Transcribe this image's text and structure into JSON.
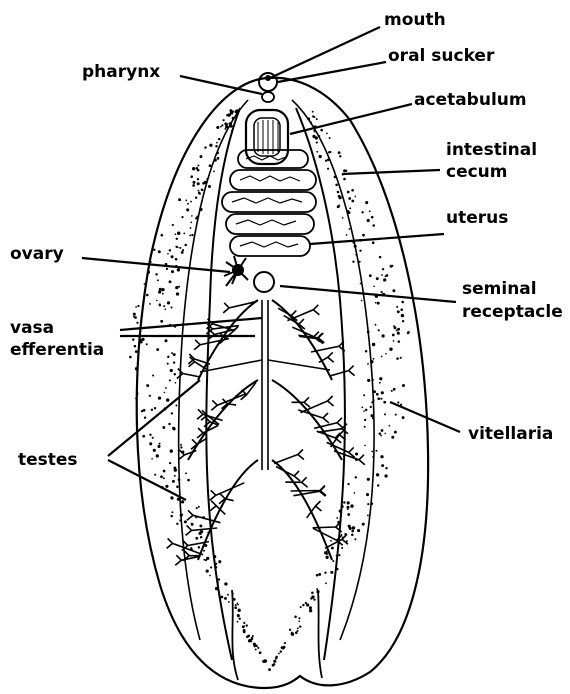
{
  "labels": {
    "mouth": "mouth",
    "oral_sucker": "oral sucker",
    "pharynx": "pharynx",
    "acetabulum": "acetabulum",
    "intestinal_cecum_1": "intestinal",
    "intestinal_cecum_2": "cecum",
    "uterus": "uterus",
    "ovary": "ovary",
    "seminal_receptacle_1": "seminal",
    "seminal_receptacle_2": "receptacle",
    "vasa_efferentia_1": "vasa",
    "vasa_efferentia_2": "efferentia",
    "vitellaria": "vitellaria",
    "testes": "testes"
  },
  "colors": {
    "ink": "#000000",
    "background": "#ffffff"
  }
}
